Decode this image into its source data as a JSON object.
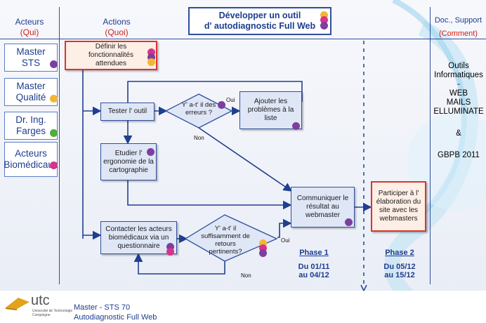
{
  "title": {
    "line1": "Développer un outil",
    "line2": "d' autodiagnostic Full Web"
  },
  "columns": {
    "actors": {
      "label": "Acteurs",
      "sub": "(Qui)"
    },
    "actions": {
      "label": "Actions",
      "sub": "(Quoi)"
    },
    "docs": {
      "label": "Doc., Support",
      "sub": "(Comment)"
    }
  },
  "actors": [
    {
      "line1": "Master",
      "line2": "STS",
      "dot": "#7c3fa0"
    },
    {
      "line1": "Master",
      "line2": "Qualité",
      "dot": "#f2b731"
    },
    {
      "line1": "Dr. Ing.",
      "line2": "Farges",
      "dot": "#4fae3c"
    },
    {
      "line1": "Acteurs",
      "line2": "Biomédicaux",
      "dot": "#d6338d"
    }
  ],
  "boxes": {
    "definir": "Définir les fonctionnalités attendues",
    "tester": "Tester l' outil",
    "ajouter": "Ajouter les problèmes à la liste",
    "etudier": "Etudier l' ergonomie de la cartographie",
    "contacter": "Contacter les acteurs biomédicaux via un questionnaire",
    "communiquer": "Communiquer le résultat au webmaster",
    "participer": "Participer à l' élaboration du site avec les webmasters"
  },
  "decisions": {
    "erreurs": "Y' a-t' il des erreurs ?",
    "retours": "Y' a-t' il suffisamment de retours pertinents?"
  },
  "edge_labels": {
    "oui1": "Oui",
    "non1": "Non",
    "oui2": "Oui",
    "non2": "Non"
  },
  "phases": [
    {
      "title": "Phase 1",
      "line1": "Du 01/11",
      "line2": "au 04/12"
    },
    {
      "title": "Phase 2",
      "line1": "Du 05/12",
      "line2": "au 15/12"
    }
  ],
  "docs": {
    "lines": [
      "Outils",
      "Informatiques",
      "-",
      "WEB",
      "MAILS",
      "ELLUMINATE",
      "",
      "&",
      "",
      "GBPB 2011"
    ]
  },
  "footer": {
    "logo_text": "utc",
    "logo_sub1": "Université de Technologie",
    "logo_sub2": "Compiègne",
    "line1": "Master - STS 70",
    "line2": "Autodiagnostic Full Web"
  },
  "colors": {
    "purple": "#7c3fa0",
    "yellow": "#f2b731",
    "green": "#4fae3c",
    "pink": "#d6338d",
    "accent_red": "#d0211b",
    "brand_blue": "#1d3d8f"
  }
}
